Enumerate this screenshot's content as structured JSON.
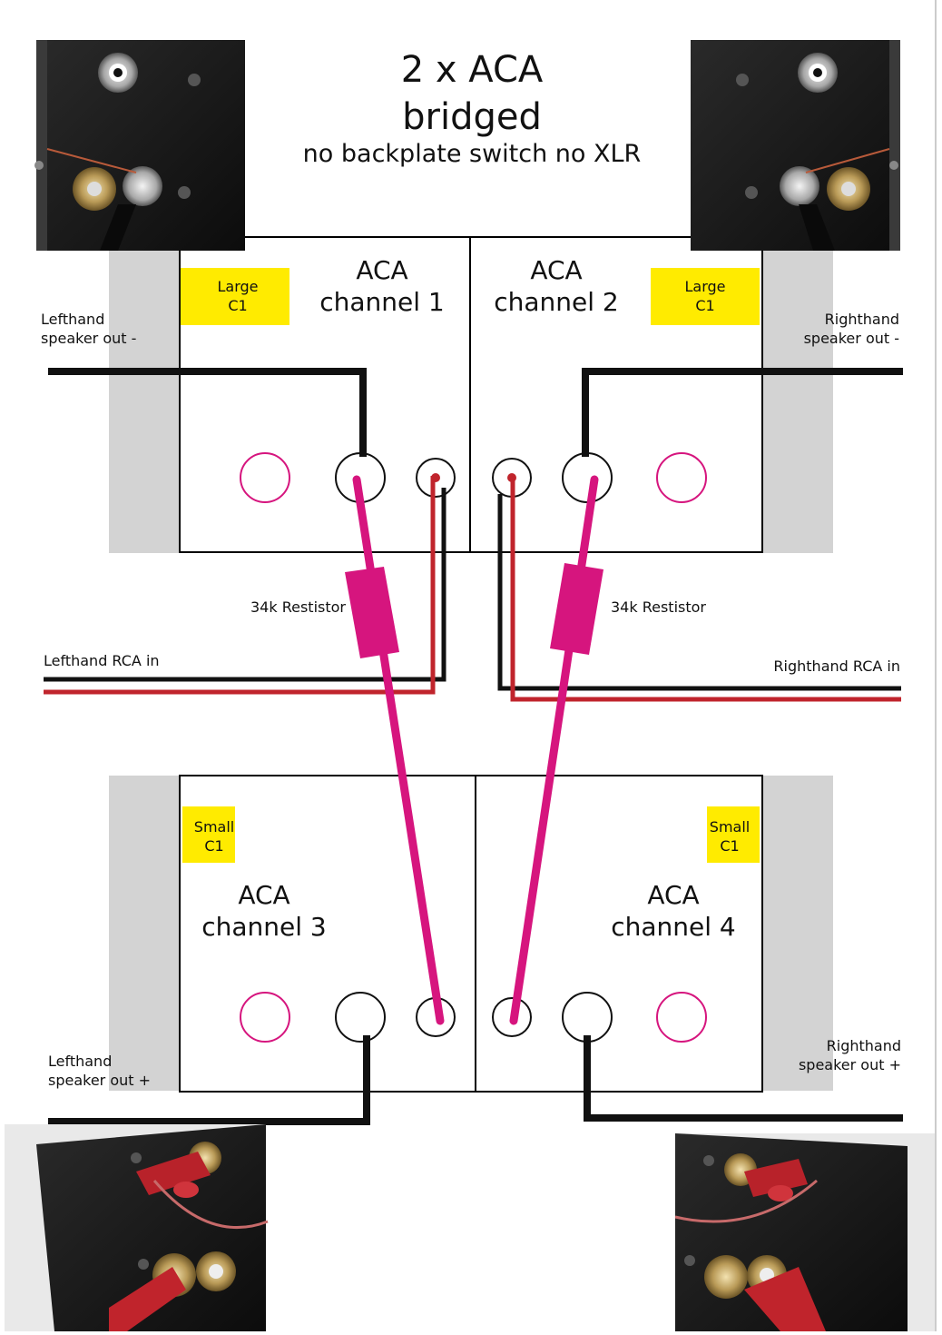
{
  "title": {
    "line1": "2 x ACA",
    "line2": "bridged",
    "subtitle": "no backplate switch no XLR"
  },
  "boards": {
    "ch1": {
      "line1": "ACA",
      "line2": "channel 1",
      "tag_line1": "Large",
      "tag_line2": "C1"
    },
    "ch2": {
      "line1": "ACA",
      "line2": "channel 2",
      "tag_line1": "Large",
      "tag_line2": "C1"
    },
    "ch3": {
      "line1": "ACA",
      "line2": "channel 3",
      "tag_line1": "Small",
      "tag_line2": "C1"
    },
    "ch4": {
      "line1": "ACA",
      "line2": "channel 4",
      "tag_line1": "Small",
      "tag_line2": "C1"
    }
  },
  "labels": {
    "left_spk_minus": {
      "line1": "Lefthand",
      "line2": "speaker out -"
    },
    "right_spk_minus": {
      "line1": "Righthand",
      "line2": "speaker out -"
    },
    "left_spk_plus": {
      "line1": "Lefthand",
      "line2": "speaker out +"
    },
    "right_spk_plus": {
      "line1": "Righthand",
      "line2": "speaker out +"
    },
    "left_rca": "Lefthand RCA in",
    "right_rca": "Righthand RCA in",
    "resistor_left": "34k Restistor",
    "resistor_right": "34k Restistor"
  },
  "colors": {
    "wire_black": "#111111",
    "wire_red": "#c0242c",
    "resistor": "#d6157e",
    "tag_yellow": "#ffeb00",
    "heatsink_gray": "#d3d3d3"
  }
}
